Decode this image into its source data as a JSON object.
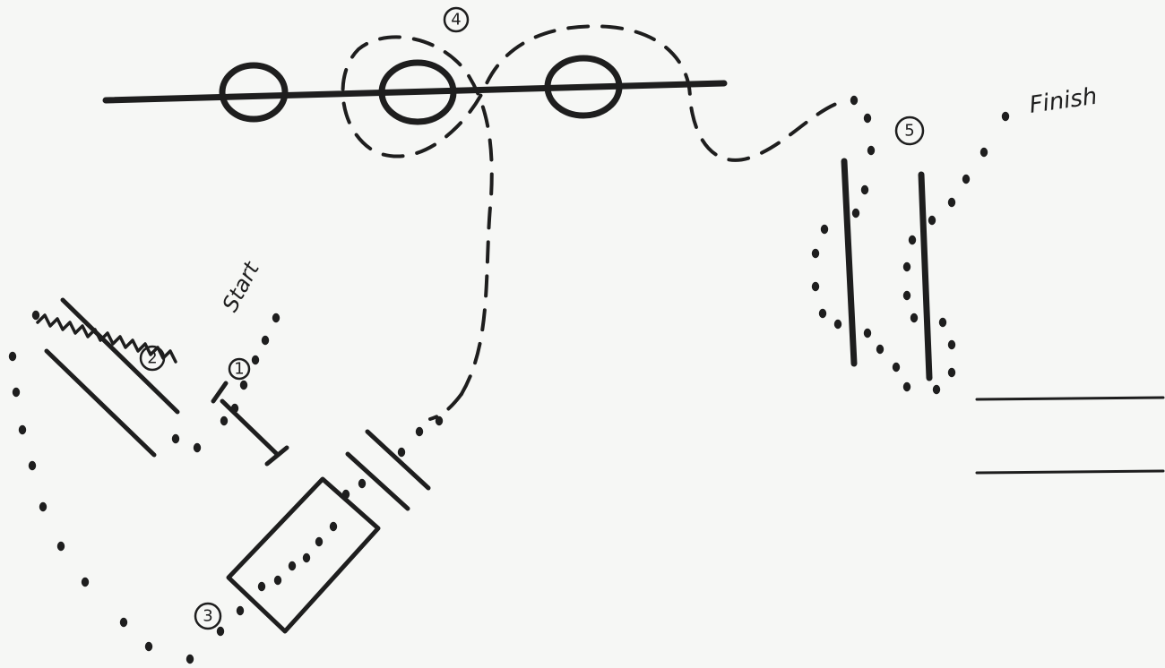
{
  "labels": {
    "start": "Start",
    "finish": "Finish"
  },
  "markers": {
    "m1": "1",
    "m2": "2",
    "m3": "3",
    "m4": "4",
    "m5": "5"
  },
  "colors": {
    "ink": "#1e1e1e",
    "paper": "#f6f7f5"
  }
}
